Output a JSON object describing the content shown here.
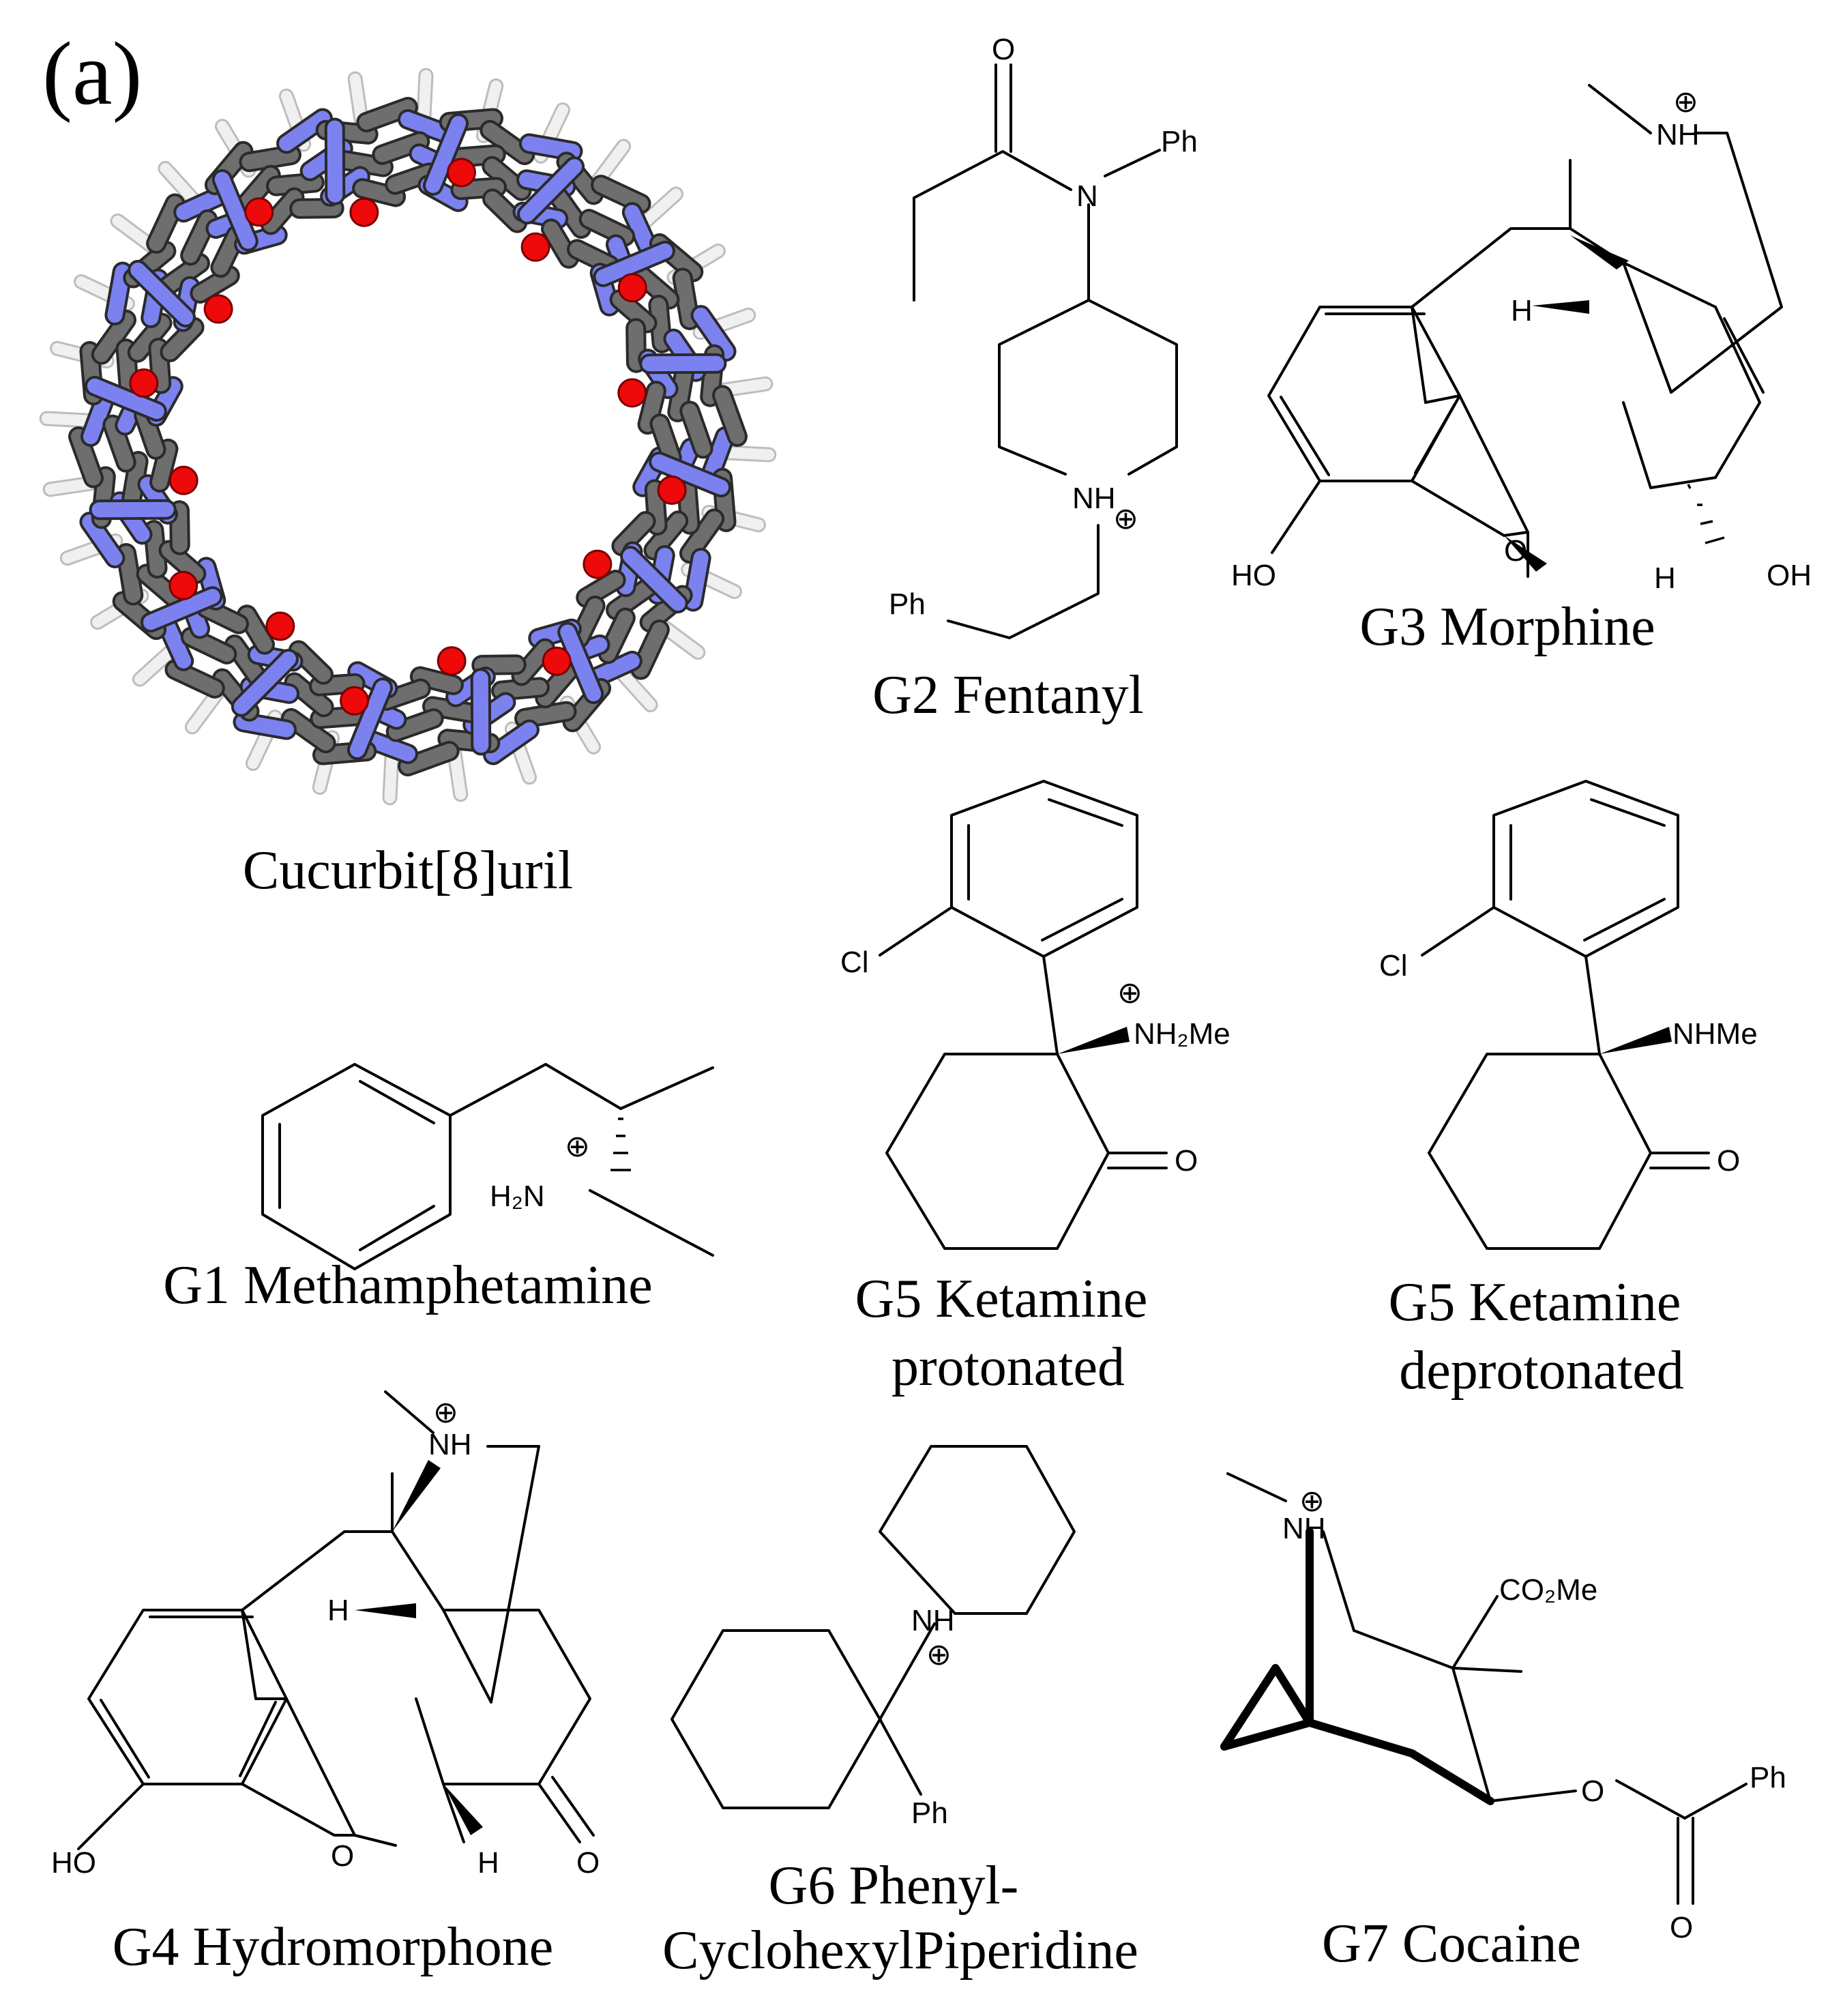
{
  "figure": {
    "panel_label": "(a)",
    "molecules": [
      {
        "id": "host",
        "caption": [
          "Cucurbit[8]uril"
        ]
      },
      {
        "id": "g2",
        "caption": [
          "G2 Fentanyl"
        ],
        "atoms": {
          "o": "O",
          "n": "N",
          "ph": "Ph",
          "nh": "NH",
          "plus": "⊕",
          "ph2": "Ph"
        }
      },
      {
        "id": "g3",
        "caption": [
          "G3 Morphine"
        ],
        "atoms": {
          "nh": "NH",
          "plus": "⊕",
          "h1": "H",
          "o": "O",
          "h2": "H",
          "ho": "HO",
          "oh": "OH"
        }
      },
      {
        "id": "g1",
        "caption": [
          "G1 Methamphetamine"
        ],
        "atoms": {
          "n": "H₂N",
          "plus": "⊕"
        }
      },
      {
        "id": "g5p",
        "caption": [
          "G5 Ketamine",
          "protonated"
        ],
        "atoms": {
          "cl": "Cl",
          "n": "NH₂Me",
          "plus": "⊕",
          "o": "O"
        }
      },
      {
        "id": "g5d",
        "caption": [
          "G5 Ketamine",
          "deprotonated"
        ],
        "atoms": {
          "cl": "Cl",
          "n": "NHMe",
          "o": "O"
        }
      },
      {
        "id": "g4",
        "caption": [
          "G4 Hydromorphone"
        ],
        "atoms": {
          "nh": "NH",
          "plus": "⊕",
          "h1": "H",
          "ho": "HO",
          "o": "O",
          "h2": "H",
          "o2": "O"
        }
      },
      {
        "id": "g6",
        "caption": [
          "G6 Phenyl-",
          "CyclohexylPiperidine"
        ],
        "atoms": {
          "nh": "NH",
          "plus": "⊕",
          "ph": "Ph"
        }
      },
      {
        "id": "g7",
        "caption": [
          "G7 Cocaine"
        ],
        "atoms": {
          "nh": "NH",
          "plus": "⊕",
          "co2me": "CO₂Me",
          "o": "O",
          "ph": "Ph",
          "o2": "O"
        }
      }
    ],
    "colors": {
      "carbon": "#6e6e6e",
      "nitrogen": "#7b82f0",
      "oxygen": "#ee0a0a",
      "hydrogen": "#f0f0f0",
      "bonds": "#000000"
    }
  }
}
